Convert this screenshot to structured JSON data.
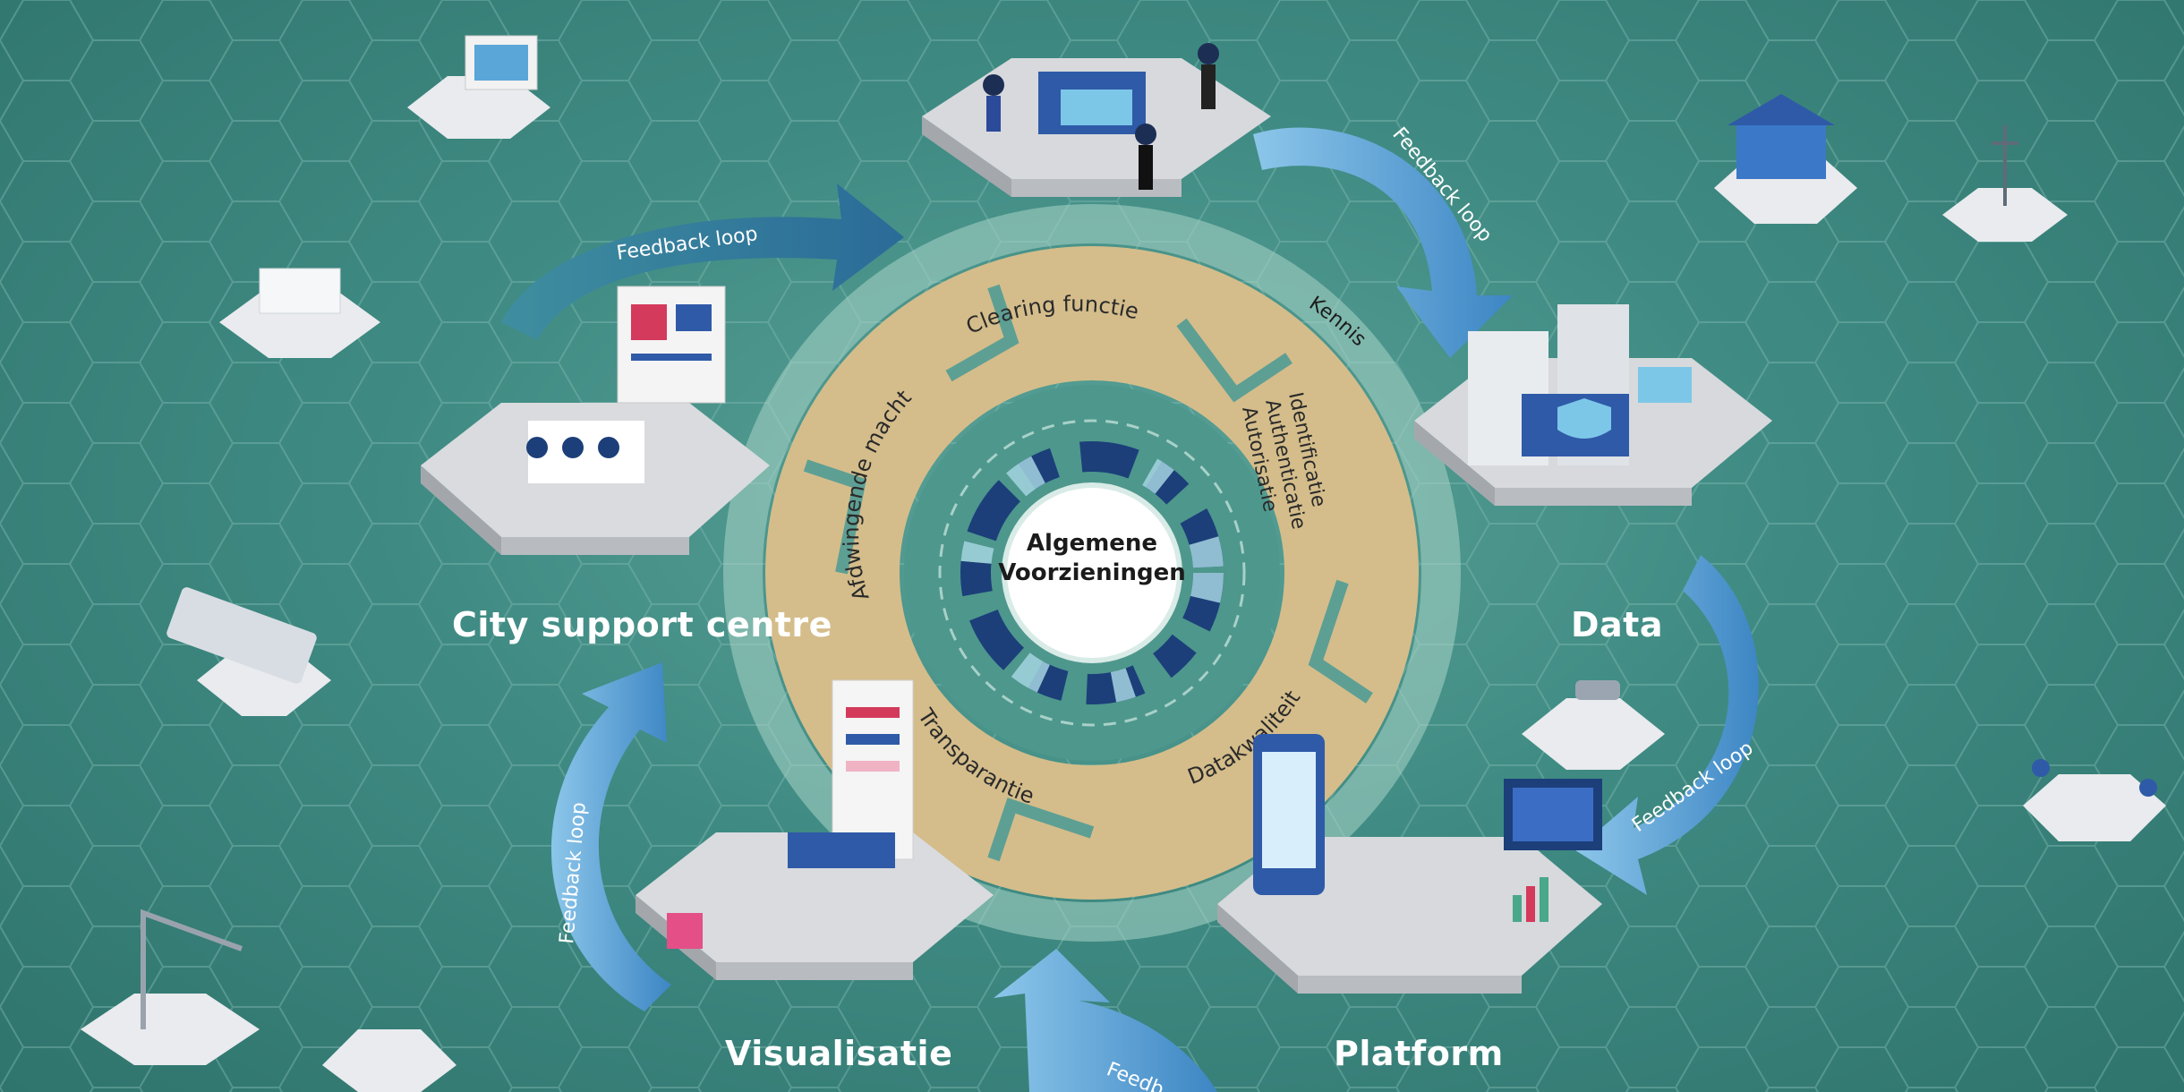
{
  "center": {
    "line1": "Algemene",
    "line2": "Voorzieningen"
  },
  "ring_labels": {
    "clearing": "Clearing functie",
    "kennis": "Kennis",
    "identificatie": "Identificatie",
    "authenticatie": "Authenticatie",
    "autorisatie": "Autorisatie",
    "afdwingende": "Afdwingende macht",
    "transparantie": "Transparantie",
    "datakwaliteit": "Datakwaliteit"
  },
  "feedback": {
    "top_left": "Feedback loop",
    "top_right": "Feedback loop",
    "bottom_right": "Feedback loop",
    "bottom_left": "Feedback loop",
    "bottom": "Feedb"
  },
  "sections": {
    "city_support": "City support centre",
    "data": "Data",
    "visualisatie": "Visualisatie",
    "platform": "Platform"
  },
  "colors": {
    "background": "#3f8a82",
    "ring": "#d6bf8d",
    "arrow": "#5fa9dc",
    "accent_dark": "#1c3f7a"
  }
}
